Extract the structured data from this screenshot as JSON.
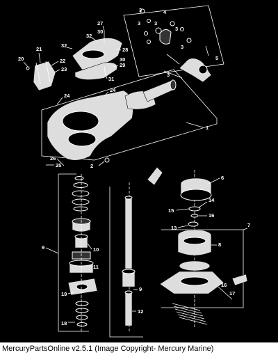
{
  "caption": "MercuryPartsOnline v2.5.1 (Image Copyright- Mercury Marine)",
  "callouts": {
    "c1": "1",
    "c2": "2",
    "c3a": "3",
    "c3b": "3",
    "c3c": "3",
    "c3d": "3",
    "c3e": "3",
    "c3f": "3",
    "c4": "4",
    "c5": "5",
    "c6": "6",
    "c7": "7",
    "c8": "8",
    "c9a": "9",
    "c9b": "9",
    "c10": "10",
    "c11": "11",
    "c12": "12",
    "c13": "13",
    "c14": "14",
    "c15": "15",
    "c16a": "16",
    "c16b": "16",
    "c17": "17",
    "c18": "18",
    "c19": "19",
    "c20": "20",
    "c21": "21",
    "c22": "22",
    "c23": "23",
    "c24a": "24",
    "c24b": "24",
    "c25": "25",
    "c26": "26",
    "c27": "27",
    "c28": "28",
    "c29": "29",
    "c30a": "30",
    "c30b": "30",
    "c31": "31",
    "c32a": "32",
    "c32b": "32"
  }
}
